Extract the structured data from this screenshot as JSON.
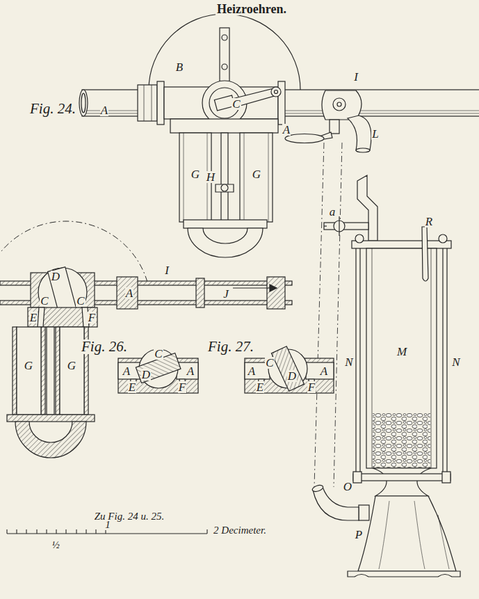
{
  "diagram": {
    "title": "Heizroehren.",
    "labels": [
      "Fig. 24.",
      "B",
      "A",
      "C",
      "A",
      "G",
      "G",
      "H",
      "I",
      "L",
      "a",
      "R",
      "M",
      "N",
      "N",
      "O",
      "P",
      "D",
      "C",
      "C",
      "E",
      "F",
      "I",
      "A",
      "J",
      "G",
      "G",
      "Fig. 26.",
      "C",
      "A",
      "D",
      "A",
      "E",
      "F",
      "Fig. 27.",
      "C",
      "A",
      "D",
      "A",
      "E",
      "F",
      "Zu Fig. 24 u. 25.",
      "1",
      "½",
      "2 Decimeter."
    ]
  }
}
